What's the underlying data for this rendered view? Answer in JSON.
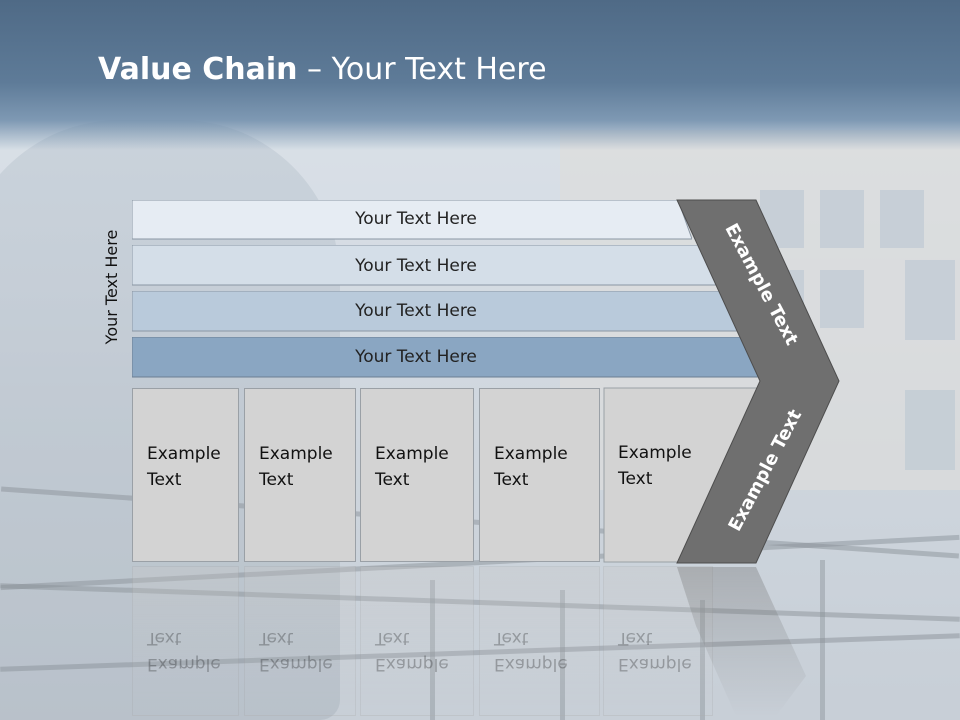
{
  "title": {
    "bold": "Value Chain",
    "rest": " – Your Text Here"
  },
  "side_label": "Your Text Here",
  "bars": [
    {
      "label": "Your Text Here",
      "color": "#e6ecf3"
    },
    {
      "label": "Your Text Here",
      "color": "#d4dee8"
    },
    {
      "label": "Your Text Here",
      "color": "#b9cadb"
    },
    {
      "label": "Your Text Here",
      "color": "#8aa6c2"
    }
  ],
  "columns": [
    {
      "label": "Example Text"
    },
    {
      "label": "Example Text"
    },
    {
      "label": "Example Text"
    },
    {
      "label": "Example Text"
    },
    {
      "label": "Example Text"
    }
  ],
  "chevron": {
    "top_label": "Example Text",
    "bottom_label": "Example Text",
    "color": "#6f6f6f"
  }
}
